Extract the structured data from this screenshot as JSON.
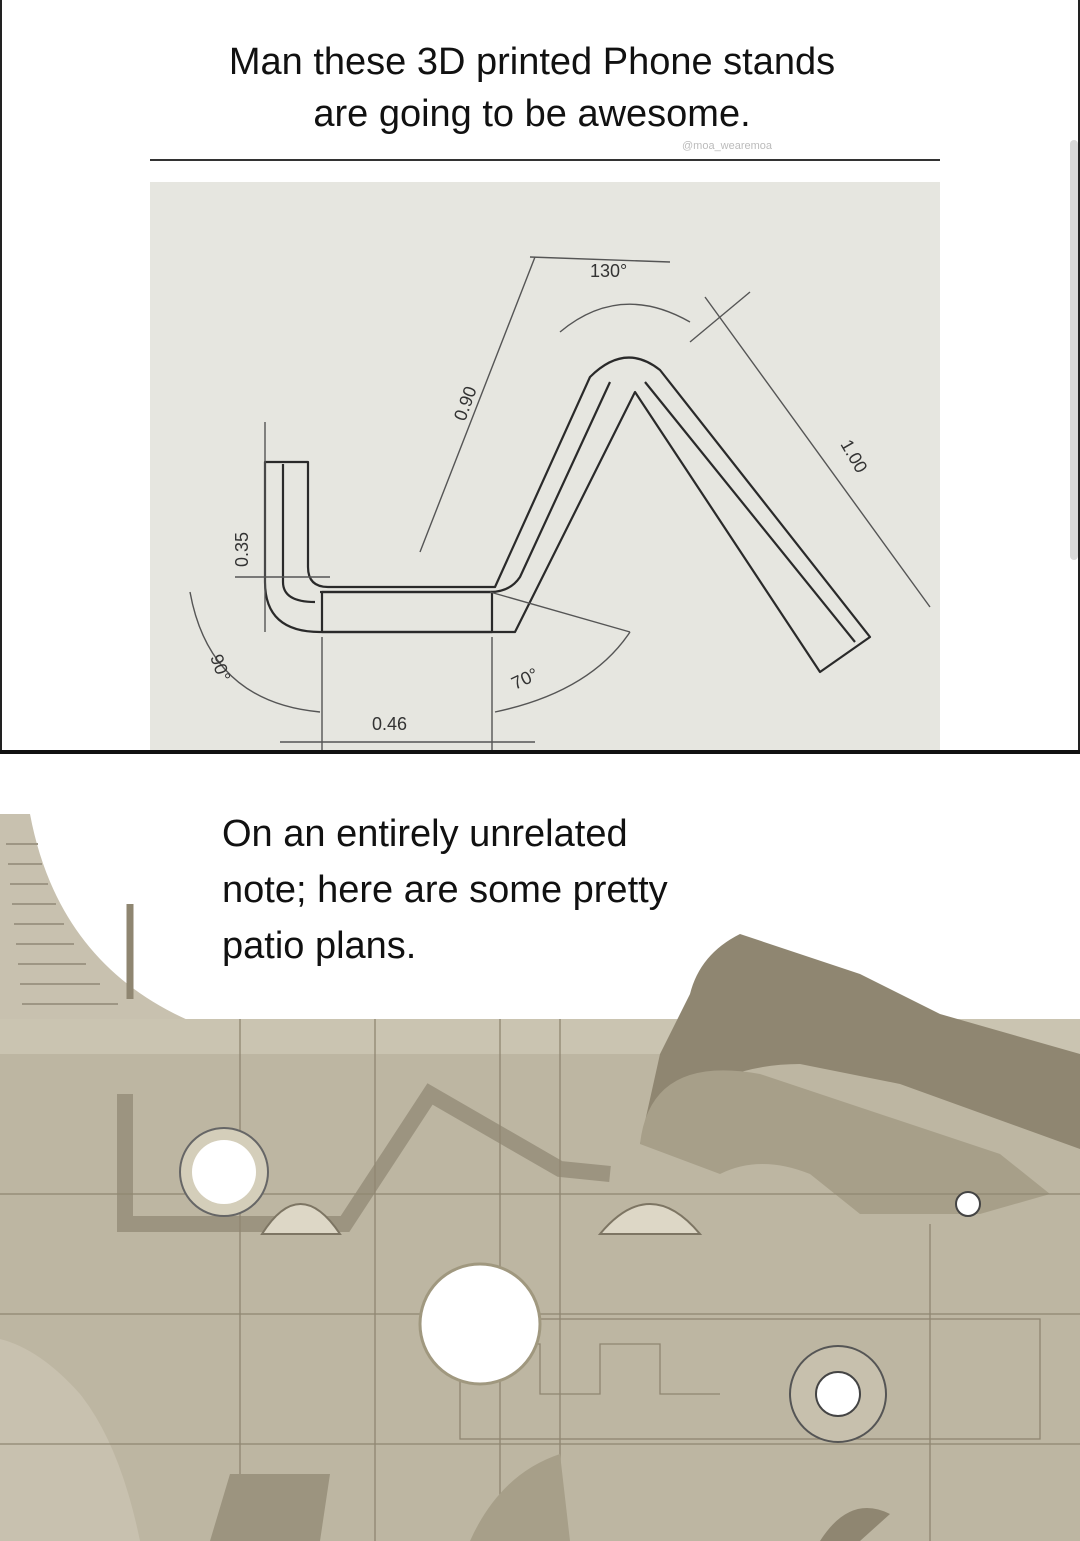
{
  "top_panel": {
    "caption_lines": [
      "Man these 3D printed Phone stands",
      "are going to be awesome."
    ],
    "watermark": "@moa_wearemoa",
    "drawing": {
      "dims": {
        "angle_top": "130°",
        "angle_left": "90°",
        "angle_bottom": "70°",
        "len_left": "0.35",
        "len_base": "0.46",
        "len_middle": "0.90",
        "len_right": "1.00"
      }
    }
  },
  "bottom_panel": {
    "caption_lines": [
      "On an entirely unrelated",
      "note; here are some pretty",
      "patio plans."
    ]
  },
  "colors": {
    "drawing_bg": "#e6e6e0",
    "line": "#2a2a2a",
    "part_main": "#b8b09a",
    "part_dark": "#8f8671",
    "part_light": "#d6d0c0"
  }
}
